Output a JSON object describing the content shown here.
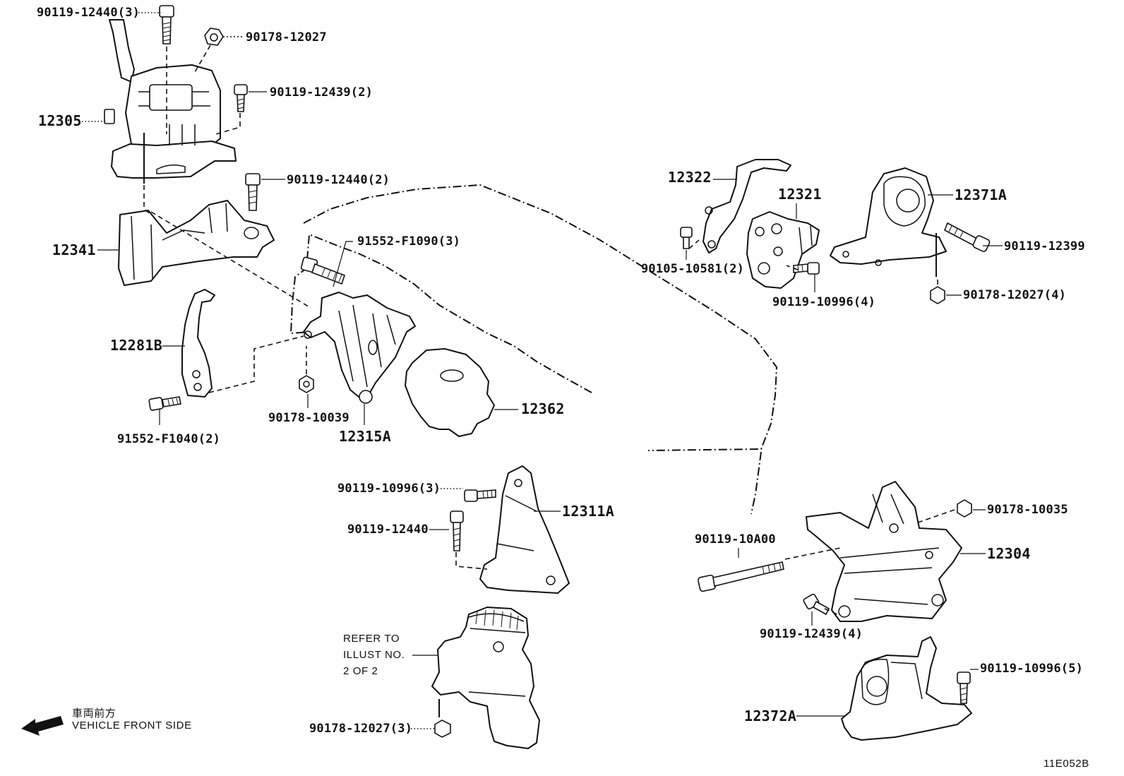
{
  "diagram": {
    "labels": {
      "p_90119_12440_3": "90119-12440(3)",
      "p_90178_12027": "90178-12027",
      "p_90119_12439_2": "90119-12439(2)",
      "p_12305": "12305",
      "p_90119_12440_2": "90119-12440(2)",
      "p_12341": "12341",
      "p_91552_f1090_3": "91552-F1090(3)",
      "p_12281b": "12281B",
      "p_91552_f1040_2": "91552-F1040(2)",
      "p_90178_10039": "90178-10039",
      "p_12315a": "12315A",
      "p_12362": "12362",
      "p_12322": "12322",
      "p_12321": "12321",
      "p_12371a": "12371A",
      "p_90105_10581_2": "90105-10581(2)",
      "p_90119_10996_4": "90119-10996(4)",
      "p_90119_12399": "90119-12399",
      "p_90178_12027_4": "90178-12027(4)",
      "p_90119_10996_3": "90119-10996(3)",
      "p_90119_12440": "90119-12440",
      "p_12311a": "12311A",
      "p_90178_10035": "90178-10035",
      "p_90119_10a00": "90119-10A00",
      "p_12304": "12304",
      "p_90119_12439_4": "90119-12439(4)",
      "p_90119_10996_5": "90119-10996(5)",
      "p_12372a": "12372A",
      "p_90178_12027_3": "90178-12027(3)"
    },
    "refer_note": [
      "REFER TO",
      "ILLUST NO.",
      "2 OF 2"
    ],
    "direction": {
      "japanese": "車両前方",
      "english": "VEHICLE FRONT SIDE",
      "arrow_icon": "left-arrow-icon"
    },
    "figure_code": "11E052B"
  }
}
